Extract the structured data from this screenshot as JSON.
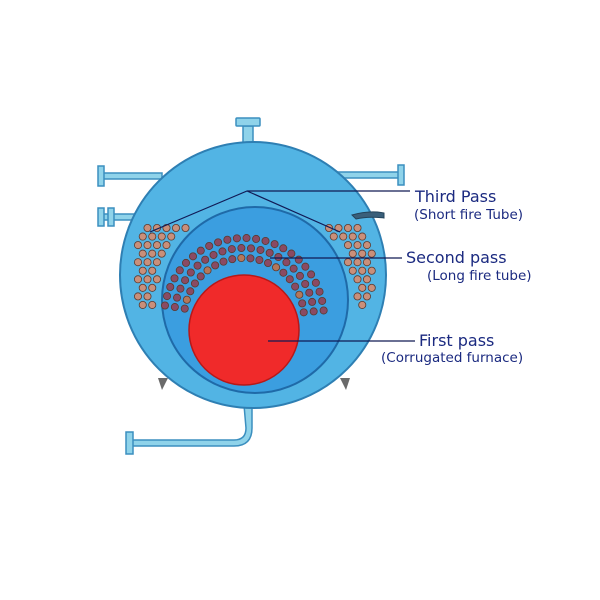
{
  "labels": {
    "third_pass": {
      "title": "Third Pass",
      "subtitle": "(Short fire Tube)"
    },
    "second_pass": {
      "title": "Second pass",
      "subtitle": "(Long fire tube)"
    },
    "first_pass": {
      "title": "First pass",
      "subtitle": "(Corrugated furnace)"
    }
  },
  "colors": {
    "shell": "#52b4e4",
    "shell_outline": "#2e7fb3",
    "inner_chamber": "#3b9ee0",
    "chamber_outline": "#1f6aa8",
    "furnace": "#f02a2a",
    "furnace_outline": "#b81818",
    "short_tube": "#c98f7a",
    "long_tube": "#8a4a63",
    "long_tube_light": "#b5775a",
    "pipe": "#8fd3ea",
    "label_text": "#1b2a80"
  }
}
